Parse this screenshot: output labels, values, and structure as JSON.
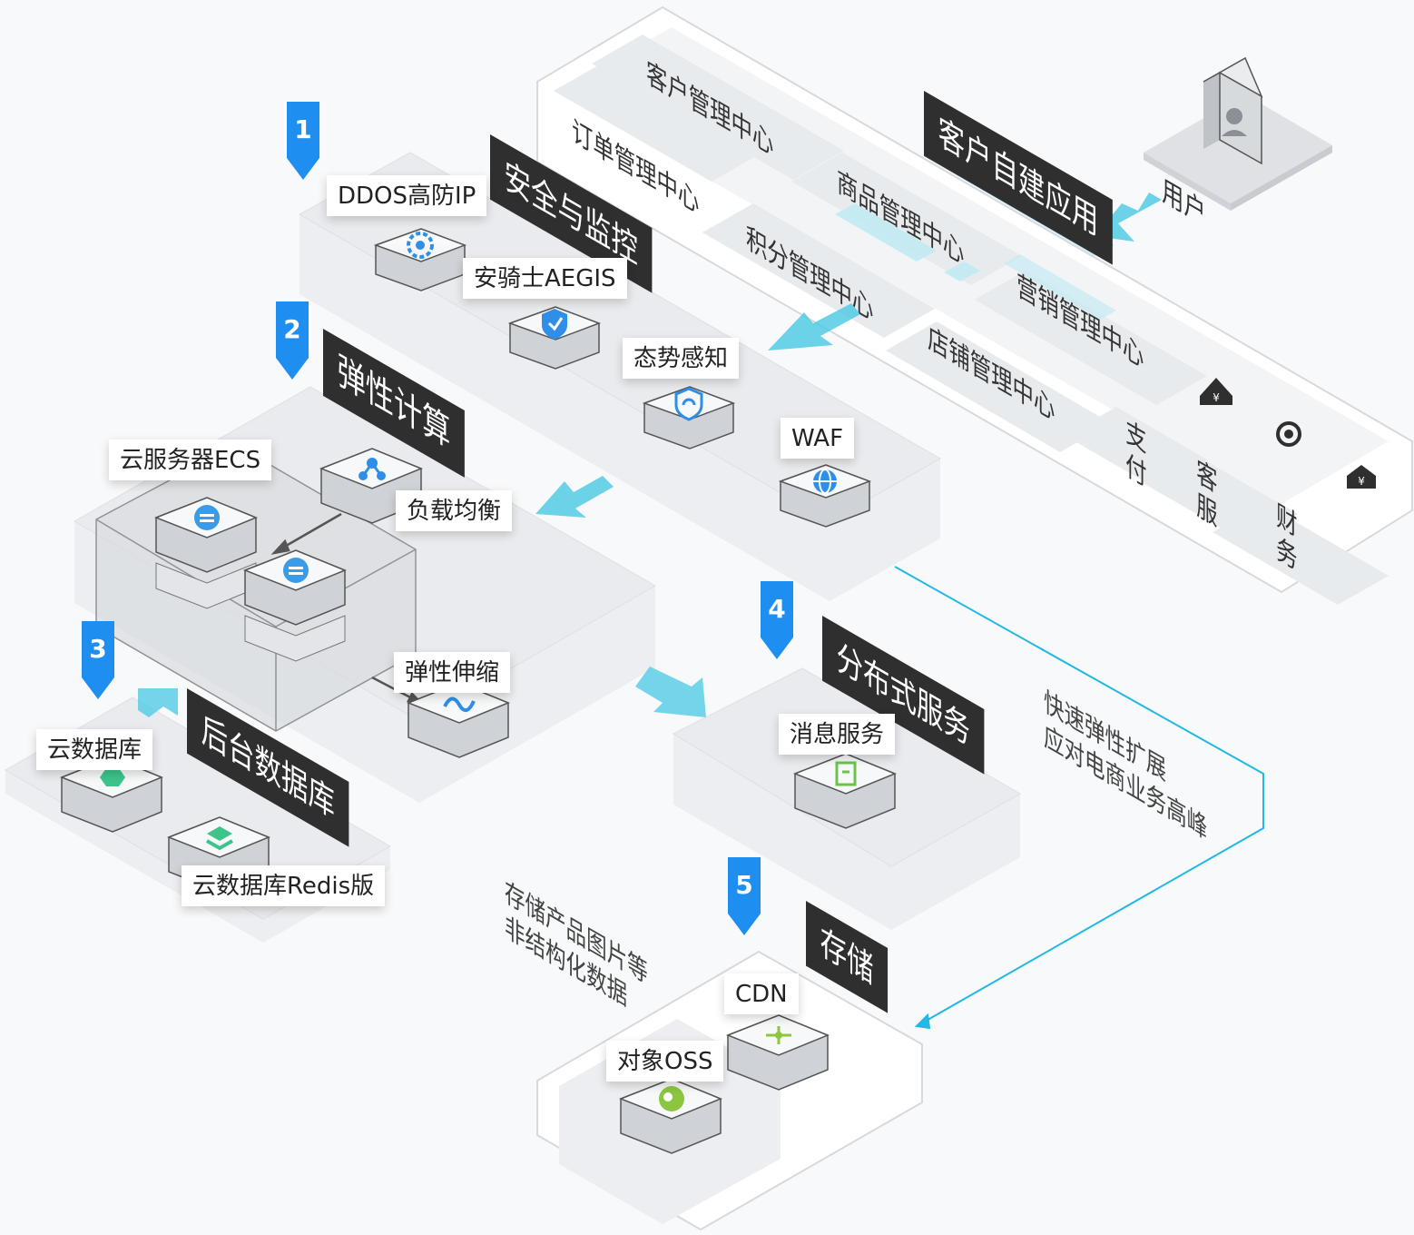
{
  "badges": {
    "b1": "1",
    "b2": "2",
    "b3": "3",
    "b4": "4",
    "b5": "5"
  },
  "apps": {
    "title": "客户自建应用",
    "user": "用户",
    "modules": {
      "customer": "客户管理中心",
      "order": "订单管理中心",
      "goods": "商品管理中心",
      "points": "积分管理中心",
      "marketing": "营销管理中心",
      "store": "店铺管理中心",
      "pay": "支付",
      "service": "客服",
      "finance": "财务"
    }
  },
  "security": {
    "title": "安全与监控",
    "ddos": "DDOS高防IP",
    "aegis": "安骑士AEGIS",
    "situation": "态势感知",
    "waf": "WAF"
  },
  "compute": {
    "title": "弹性计算",
    "ecs": "云服务器ECS",
    "slb": "负载均衡",
    "scaling": "弹性伸缩"
  },
  "database": {
    "title": "后台数据库",
    "rds": "云数据库",
    "redis": "云数据库Redis版"
  },
  "distributed": {
    "title": "分布式服务",
    "mq": "消息服务"
  },
  "storage": {
    "title": "存储",
    "cdn": "CDN",
    "oss": "对象OSS"
  },
  "notes": {
    "peak_line1": "快速弹性扩展",
    "peak_line2": "应对电商业务高峰",
    "storage_line1": "存储产品图片等",
    "storage_line2": "非结构化数据"
  },
  "colors": {
    "badge": "#1e8ef0",
    "banner": "#2f2f2f",
    "flow": "#48c8e4",
    "line": "#22b8e6",
    "platform": "#eceef1"
  }
}
